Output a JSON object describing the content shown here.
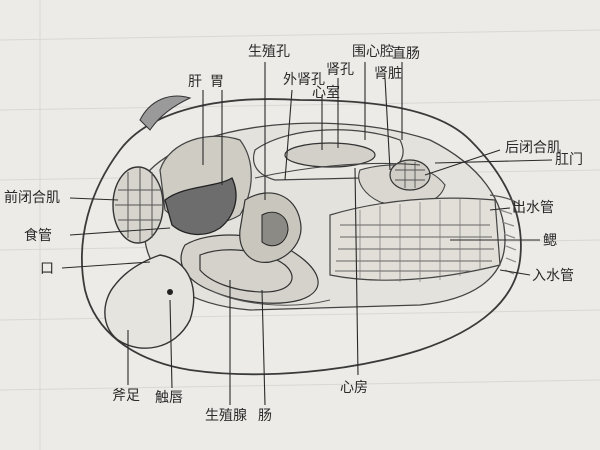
{
  "diagram": {
    "labels": {
      "shengzhikong": "生殖孔",
      "gan": "肝",
      "wei": "胃",
      "waishenkong": "外肾孔",
      "xin": "心室",
      "shenkong": "肾孔",
      "weixinqiang": "围心腔",
      "shenzang": "肾脏",
      "zhichang": "直肠",
      "houbihejī": "后闭合肌",
      "gangmen": "肛门",
      "qianbiheji": "前闭合肌",
      "shiguan": "食管",
      "kou": "口",
      "chushuiguan": "出水管",
      "sai": "鳃",
      "rushuiguan": "入水管",
      "zu": "斧足",
      "chuchun": "触唇",
      "shengzhixian": "生殖腺",
      "chang": "肠",
      "xinfang": "心房"
    }
  }
}
